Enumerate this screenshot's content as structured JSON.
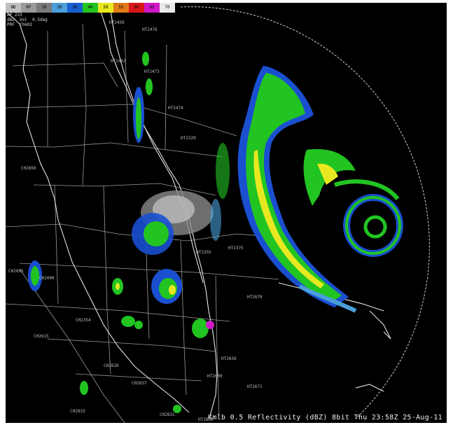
{
  "colorbar": {
    "swatches": [
      {
        "label": "ND",
        "color": "#bfbfbf"
      },
      {
        "label": "RF",
        "color": "#9a9a9a"
      },
      {
        "label": "10",
        "color": "#7a7a7a"
      },
      {
        "label": "20",
        "color": "#4aa0d8"
      },
      {
        "label": "30",
        "color": "#1a5fd0"
      },
      {
        "label": "40",
        "color": "#22c422"
      },
      {
        "label": "50",
        "color": "#e8e820"
      },
      {
        "label": "55",
        "color": "#e07a18"
      },
      {
        "label": "60",
        "color": "#d81818"
      },
      {
        "label": "65",
        "color": "#d018c8"
      },
      {
        "label": "70",
        "color": "#eaeaea"
      }
    ]
  },
  "info": {
    "line1": "AP 223",
    "line2": "dBZ  Vol  0.5deg",
    "line3": "PRF  Chk02"
  },
  "map_labels": [
    {
      "text": "HT2450"
    },
    {
      "text": "HT2476"
    },
    {
      "text": "HT2452"
    },
    {
      "text": "HT2473"
    },
    {
      "text": "HT2474"
    },
    {
      "text": "HT2329"
    },
    {
      "text": "CH2850"
    },
    {
      "text": "HT2355"
    },
    {
      "text": "HT2375"
    },
    {
      "text": "HT2670"
    },
    {
      "text": "CH2005"
    },
    {
      "text": "CH2000"
    },
    {
      "text": "CH2354"
    },
    {
      "text": "CH2626"
    },
    {
      "text": "CH2615"
    },
    {
      "text": "HT2650"
    },
    {
      "text": "HT2630"
    },
    {
      "text": "CH2657"
    },
    {
      "text": "HT2671"
    },
    {
      "text": "CH2833"
    },
    {
      "text": "CH2831"
    },
    {
      "text": "HT2802"
    }
  ],
  "footer": {
    "text": "Kmlb 0.5 Reflectivity (dBZ)  8bit Thu 23:58Z 25-Aug-11"
  }
}
